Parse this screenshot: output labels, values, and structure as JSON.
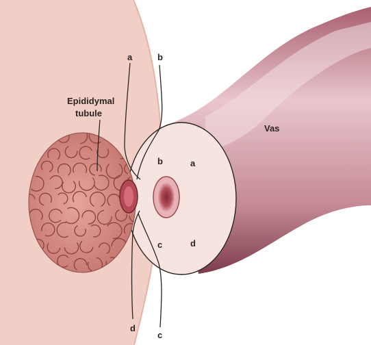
{
  "labels": {
    "epididymal_line1": "Epididymal",
    "epididymal_line2": "tubule",
    "vas": "Vas",
    "suture_a_top": "a",
    "suture_b_top": "b",
    "suture_d_bottom": "d",
    "suture_c_bottom": "c",
    "face_b": "b",
    "face_a": "a",
    "face_c": "c",
    "face_d": "d"
  },
  "colors": {
    "background": "#ffffff",
    "tunica": "#f2cfc6",
    "tunica_edge": "#e3b3a8",
    "vas_light": "#f1d8dc",
    "vas_mid": "#c98e99",
    "vas_dark": "#8c4a59",
    "vas_face": "#f7e3df",
    "lumen": "#b7505b",
    "tubule_fill": "#d88c84",
    "tubule_line": "#8e4640",
    "suture": "#2a2420"
  }
}
